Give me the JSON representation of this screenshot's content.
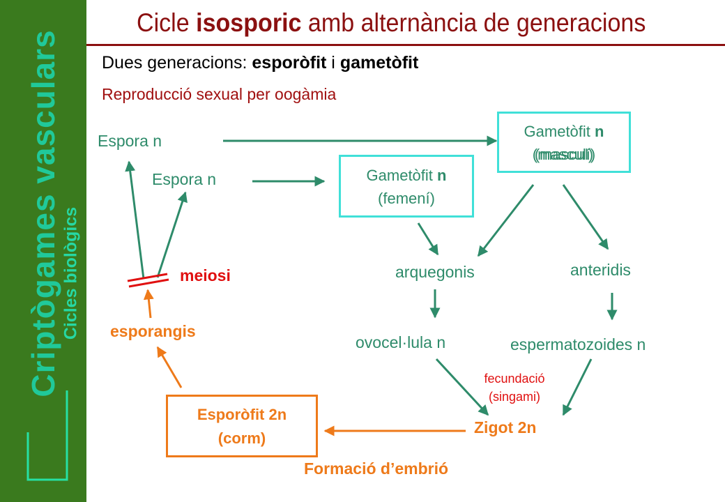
{
  "sidebar": {
    "title": "Criptògames vasculars",
    "subtitle": "Cicles biològics"
  },
  "header": {
    "title_prefix": "Cicle ",
    "title_emphasis": "isosporic",
    "title_suffix": " amb alternància de generacions"
  },
  "subtitle": {
    "prefix": "Dues generacions: ",
    "first": "esporòfit",
    "middle": " i ",
    "second": "gametòfit"
  },
  "note": "Reproducció sexual per oogàmia",
  "diagram": {
    "spore_upper": "Espora n",
    "spore_lower": "Espora n",
    "gametophyte_male": {
      "line1_prefix": "Gametòfit ",
      "line1_n": "n",
      "line2": "(mascul)",
      "overlap_text": "(masculí)"
    },
    "gametophyte_female": {
      "line1_prefix": "Gametòfit ",
      "line1_n": "n",
      "line2": "(femení)"
    },
    "archegonium": "arquegonis",
    "antheridium": "anteridis",
    "egg_cell": "ovocel·lula n",
    "sperm": "espermatozoides n",
    "fertilization_line1": "fecundació",
    "fertilization_line2": "(singami)",
    "zygote": "Zigot 2n",
    "sporophyte_line1": "Esporòfit 2n",
    "sporophyte_line2": "(corm)",
    "embryo": "Formació d’embrió",
    "meiosis": "meiosi",
    "sporangia": "esporangis"
  },
  "colors": {
    "sidebar": "#3a7a1e",
    "title": "#8b1010",
    "green_text": "#2e8b6a",
    "cyan_box": "#40e0d8",
    "orange": "#ee7a1a",
    "red": "#e01010"
  }
}
